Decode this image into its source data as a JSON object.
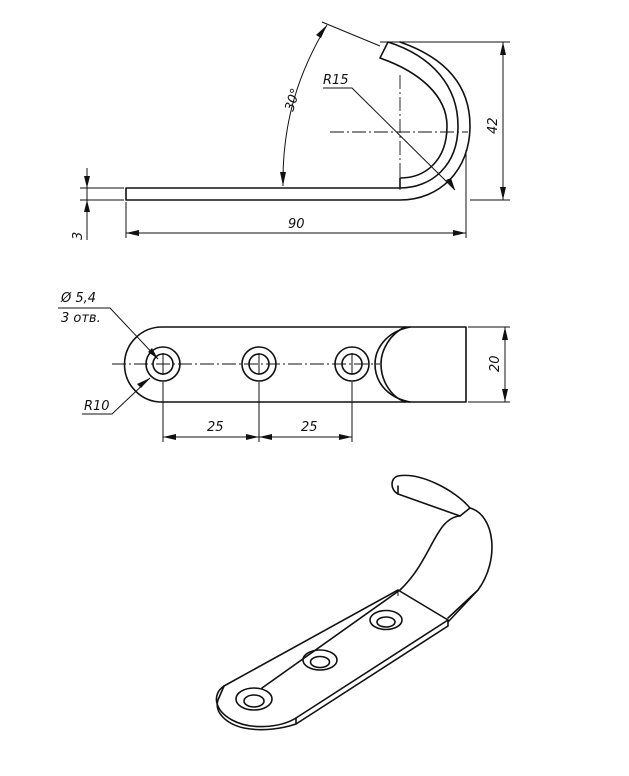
{
  "side_view": {
    "dim_thickness": "3",
    "dim_length": "90",
    "dim_height": "42",
    "dim_angle": "30°",
    "dim_radius": "R15"
  },
  "top_view": {
    "dim_hole_diameter": "Ø 5,4",
    "dim_hole_count": "3 отв.",
    "dim_end_radius": "R10",
    "dim_pitch_1": "25",
    "dim_pitch_2": "25",
    "dim_width": "20"
  }
}
